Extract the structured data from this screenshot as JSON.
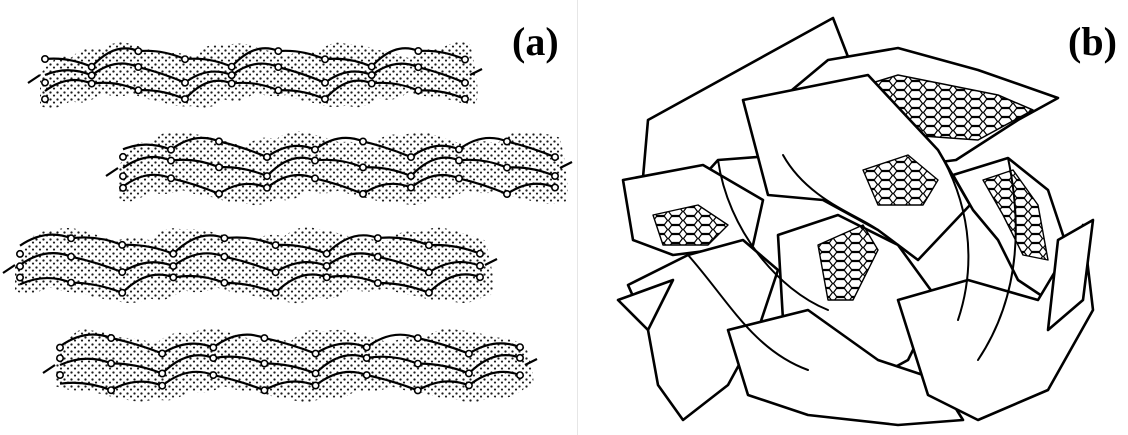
{
  "panels": [
    {
      "id": "a",
      "label": "(a)"
    },
    {
      "id": "b",
      "label": "(b)"
    }
  ],
  "colors": {
    "background": "#ffffff",
    "ink": "#000000",
    "stipple": "#1a1a1a"
  }
}
